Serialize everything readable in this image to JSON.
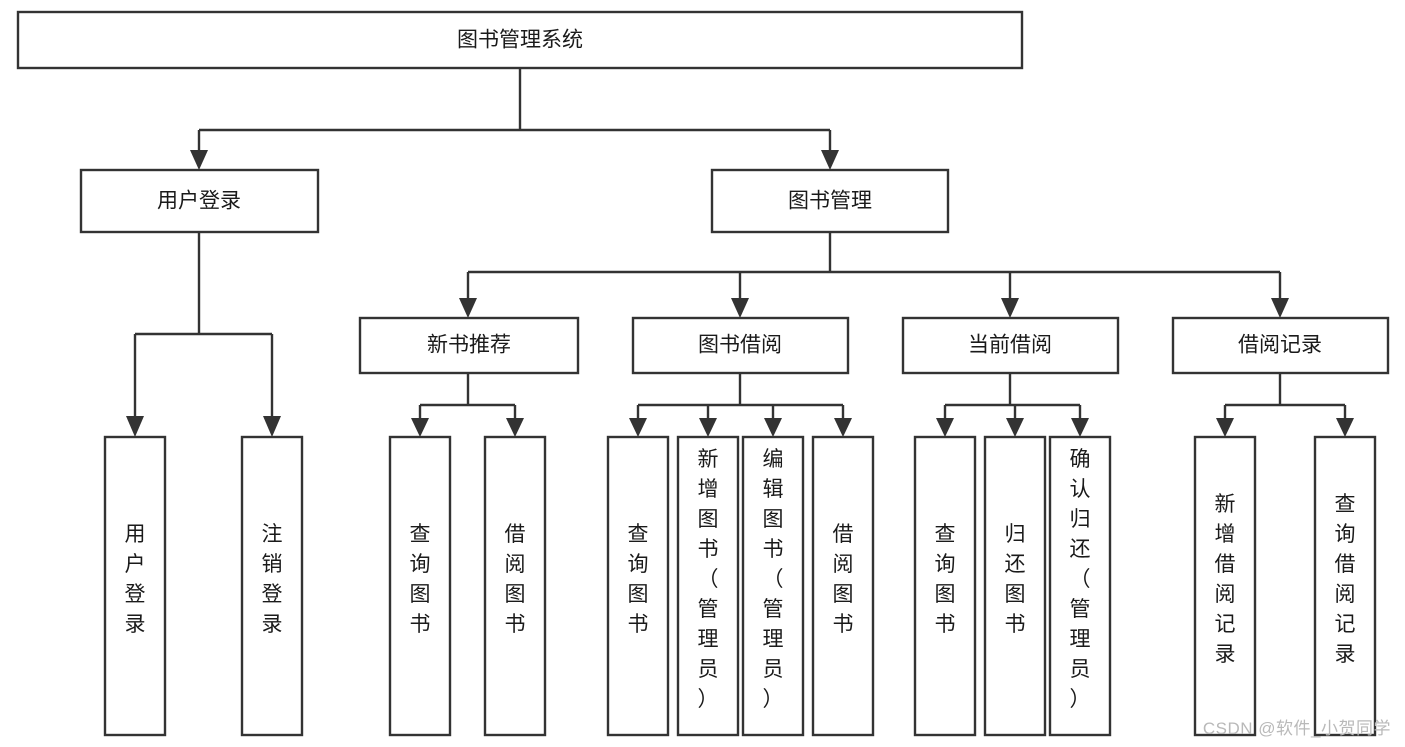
{
  "diagram": {
    "type": "tree-hierarchy",
    "title": "图书管理系统",
    "watermark": "CSDN @软件_小贺同学",
    "colors": {
      "box_stroke": "#333333",
      "box_fill": "#ffffff",
      "text": "#1a1a1a",
      "connector": "#333333",
      "watermark": "#b9b9b9",
      "background": "#ffffff"
    },
    "levels": {
      "root": {
        "label": "图书管理系统"
      },
      "level2": [
        {
          "label": "用户登录"
        },
        {
          "label": "图书管理"
        }
      ],
      "level3": [
        {
          "label": "新书推荐"
        },
        {
          "label": "图书借阅"
        },
        {
          "label": "当前借阅"
        },
        {
          "label": "借阅记录"
        }
      ],
      "leaves": {
        "user_login": [
          {
            "label": "用户登录"
          },
          {
            "label": "注销登录"
          }
        ],
        "new_book_recommend": [
          {
            "label": "查询图书"
          },
          {
            "label": "借阅图书"
          }
        ],
        "book_borrow": [
          {
            "label": "查询图书"
          },
          {
            "label": "新增图书（管理员）"
          },
          {
            "label": "编辑图书（管理员）"
          },
          {
            "label": "借阅图书"
          }
        ],
        "current_borrow": [
          {
            "label": "查询图书"
          },
          {
            "label": "归还图书"
          },
          {
            "label": "确认归还（管理员）"
          }
        ],
        "borrow_record": [
          {
            "label": "新增借阅记录"
          },
          {
            "label": "查询借阅记录"
          }
        ]
      }
    }
  }
}
